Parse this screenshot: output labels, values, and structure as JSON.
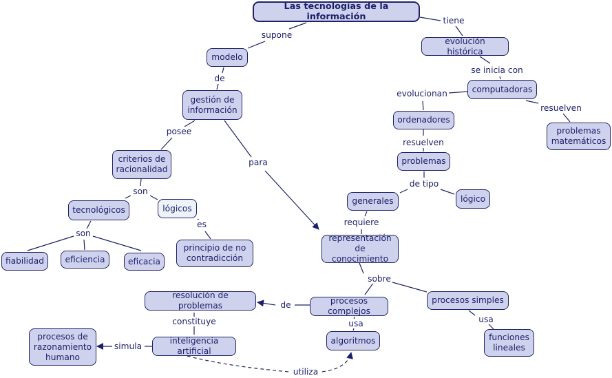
{
  "title": "Las tecnologías de la información",
  "nodes": {
    "root": "Las tecnologías de la información",
    "modelo": "modelo",
    "gestion": "gestión de información",
    "criterios": "criterios de racionalidad",
    "tecnologicos": "tecnológicos",
    "logicos": "lógicos",
    "fiabilidad": "fiabilidad",
    "eficiencia": "eficiencia",
    "eficacia": "eficacia",
    "principio": "principio de no contradicción",
    "evolucion": "evolución histórica",
    "computadoras": "computadoras",
    "ordenadores": "ordenadores",
    "problemas_mat": "problemas matemáticos",
    "problemas": "problemas",
    "generales": "generales",
    "logico": "lógico",
    "representacion": "representación de conocimiento",
    "procesos_complejos": "procesos complejos",
    "procesos_simples": "procesos simples",
    "resolucion": "resolución de problemas",
    "inteligencia": "inteligencia artificial",
    "razonamiento": "procesos de razonamiento humano",
    "algoritmos": "algoritmos",
    "funciones": "funciones lineales"
  },
  "links": {
    "supone": "supone",
    "tiene": "tiene",
    "de1": "de",
    "posee": "posee",
    "para": "para",
    "son1": "son",
    "son2": "son",
    "es": "es",
    "se_inicia": "se inicia con",
    "evolucionan": "evolucionan",
    "resuelven1": "resuelven",
    "resuelven2": "resuelven",
    "de_tipo": "de tipo",
    "requiere": "requiere",
    "sobre": "sobre",
    "de2": "de",
    "usa1": "usa",
    "usa2": "usa",
    "constituye": "constituye",
    "simula": "simula",
    "utiliza": "utiliza"
  },
  "colors": {
    "node_fill": "#cfd2ec",
    "node_fill_light": "#eef2f9",
    "border": "#1f2266",
    "text": "#1b1f6b"
  }
}
